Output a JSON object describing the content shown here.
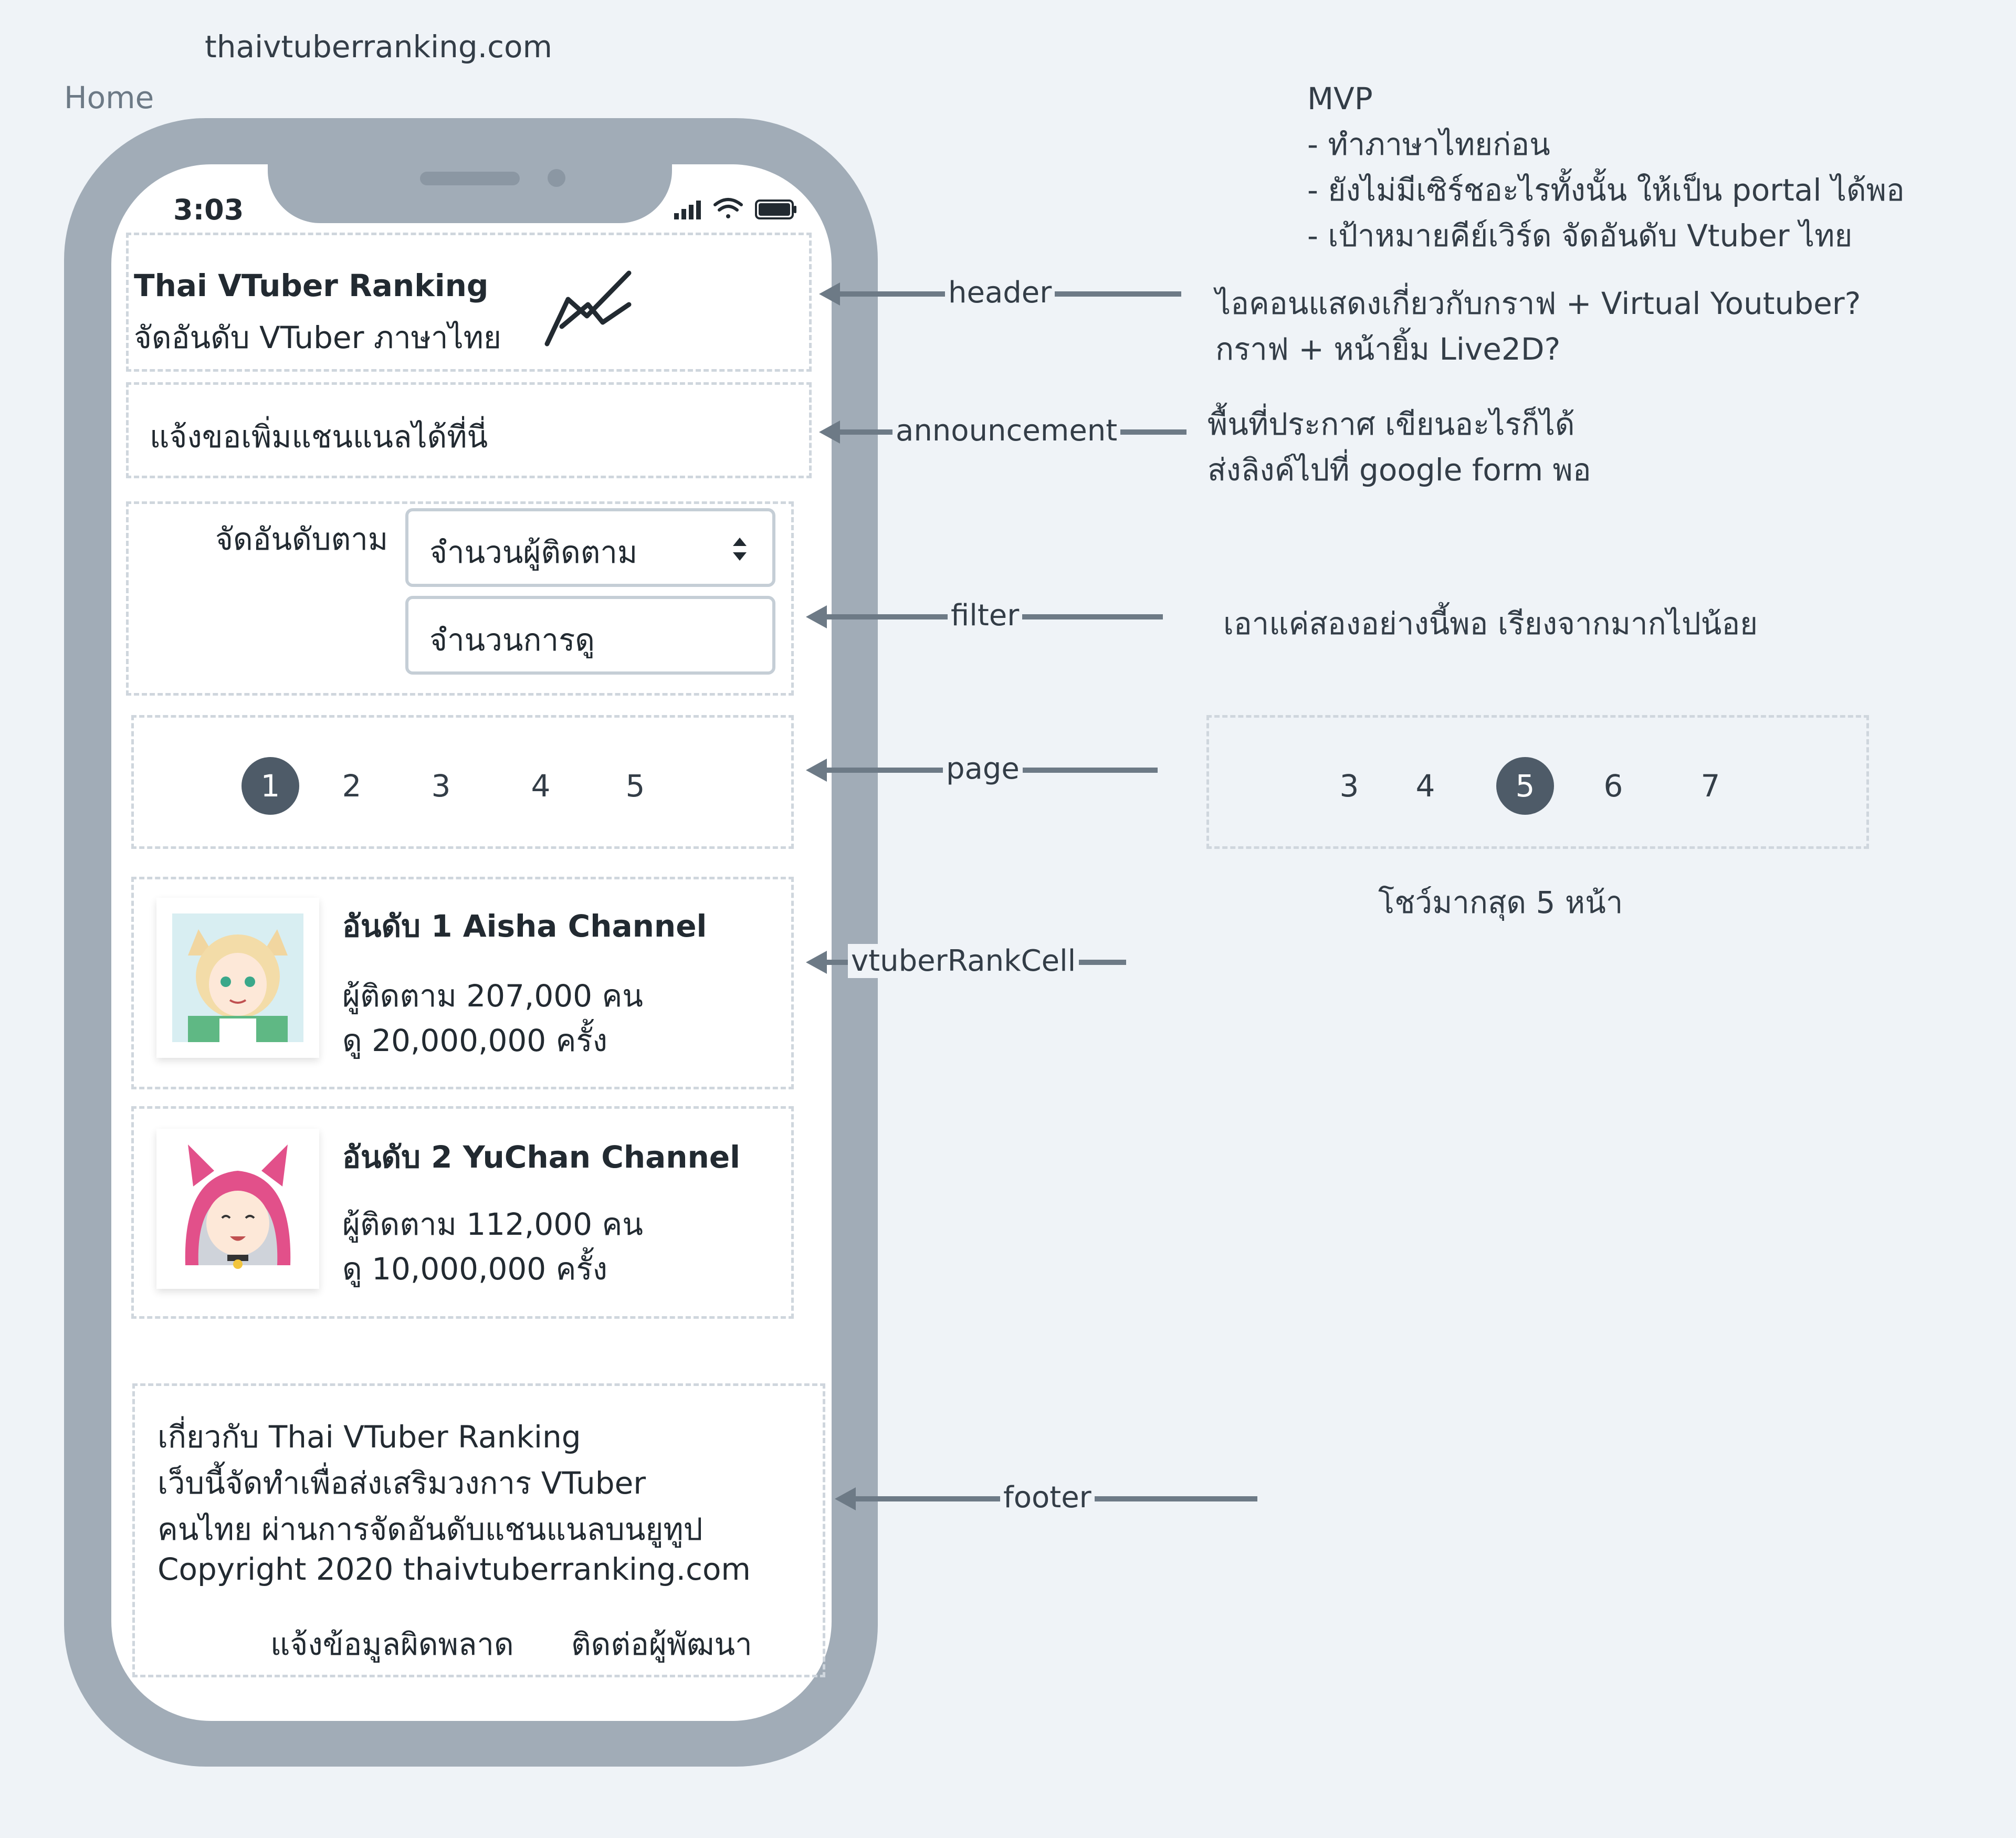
{
  "canvas_title": "thaivtuberranking.com",
  "frame_label": "Home",
  "status_bar": {
    "time": "3:03"
  },
  "header": {
    "title": "Thai VTuber Ranking",
    "subtitle": "จัดอันดับ VTuber ภาษาไทย"
  },
  "announcement": {
    "text": "แจ้งขอเพิ่มแชนแนลได้ที่นี่"
  },
  "filter": {
    "label": "จัดอันดับตาม",
    "selected": "จำนวนผู้ติดตาม",
    "other_option": "จำนวนการดู"
  },
  "pagination": {
    "pages": [
      "1",
      "2",
      "3",
      "4",
      "5"
    ],
    "active": "1"
  },
  "rank_cells": [
    {
      "title": "อันดับ 1 Aisha Channel",
      "followers": "ผู้ติดตาม 207,000 คน",
      "views": "ดู 20,000,000 ครั้ง"
    },
    {
      "title": "อันดับ 2 YuChan Channel",
      "followers": "ผู้ติดตาม 112,000 คน",
      "views": "ดู 10,000,000 ครั้ง"
    }
  ],
  "footer": {
    "lines": [
      "เกี่ยวกับ Thai VTuber Ranking",
      "เว็บนี้จัดทำเพื่อส่งเสริมวงการ VTuber",
      "คนไทย ผ่านการจัดอันดับแชนแนลบนยูทูป",
      "Copyright 2020 thaivtuberranking.com"
    ],
    "link_report": "แจ้งข้อมูลผิดพลาด",
    "link_contact": "ติดต่อผู้พัฒนา"
  },
  "annotations": {
    "header": "header",
    "announcement": "announcement",
    "filter": "filter",
    "page": "page",
    "cell": "vtuberRankCell",
    "footer": "footer"
  },
  "notes": {
    "mvp": [
      "MVP",
      "- ทำภาษาไทยก่อน",
      "- ยังไม่มีเซิร์ชอะไรทั้งนั้น ให้เป็น portal ได้พอ",
      "- เป้าหมายคีย์เวิร์ด จัดอันดับ Vtuber ไทย"
    ],
    "header": [
      "ไอคอนแสดงเกี่ยวกับกราฟ + Virtual Youtuber?",
      "กราฟ + หน้ายิ้ม Live2D?"
    ],
    "announcement": [
      "พื้นที่ประกาศ เขียนอะไรก็ได้",
      "ส่งลิงค์ไปที่ google form พอ"
    ],
    "filter": "เอาแค่สองอย่างนี้พอ เรียงจากมากไปน้อย",
    "page_example": {
      "pages": [
        "3",
        "4",
        "5",
        "6",
        "7"
      ],
      "active": "5"
    },
    "page_caption": "โชว์มากสุด 5 หน้า"
  }
}
